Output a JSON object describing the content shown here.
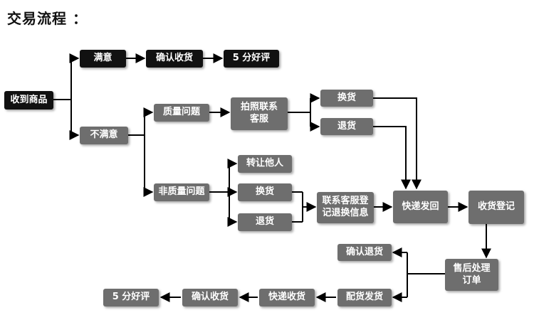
{
  "title": "交易流程 ：",
  "nodes": {
    "receive": "收到商品",
    "satisfied": "满意",
    "confirm_receipt_top": "确认收货",
    "five_star_top": "5 分好评",
    "unsatisfied": "不满意",
    "quality_issue": "质量问题",
    "photo_contact": "拍照联系\n客服",
    "exchange_upper": "换货",
    "return_upper": "退货",
    "non_quality_issue": "非质量问题",
    "transfer_others": "转让他人",
    "exchange_lower": "换货",
    "return_lower": "退货",
    "contact_register": "联系客服登\n记退换信息",
    "express_return": "快递发回",
    "receipt_register": "收货登记",
    "after_sale_order": "售后处理\n订单",
    "confirm_return": "确认退货",
    "dispatch": "配货发货",
    "express_dispatch": "快递收货",
    "confirm_receipt_bottom": "确认收货",
    "five_star_bottom": "5 分好评"
  },
  "colors": {
    "dark_node": "#111111",
    "gray_node": "#6e6e6e",
    "line": "#000000"
  }
}
